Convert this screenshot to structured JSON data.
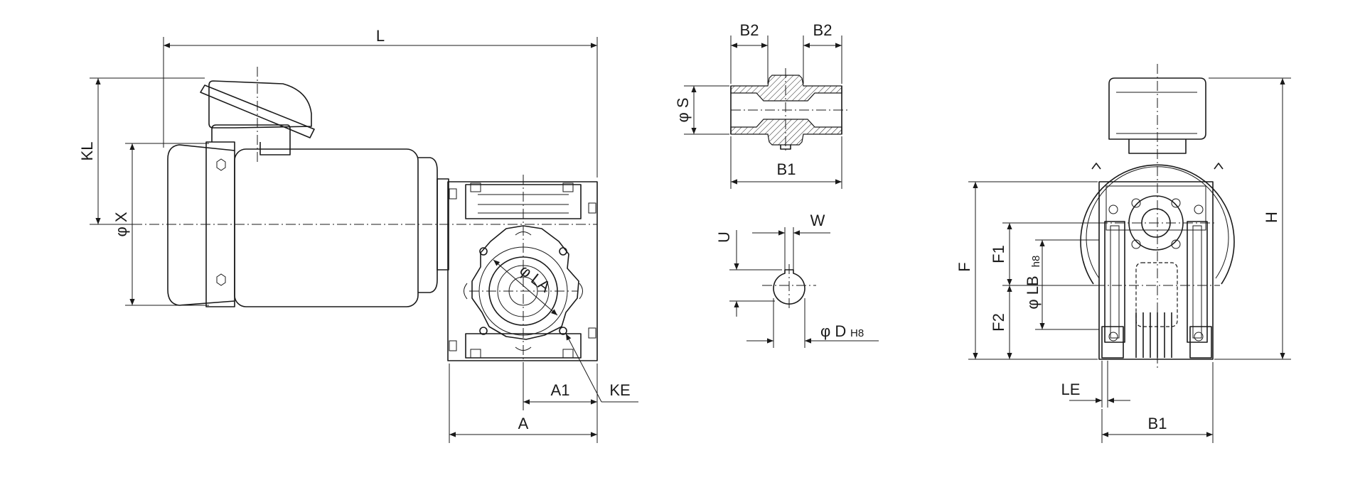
{
  "labels": {
    "L": "L",
    "KL": "KL",
    "phi_x": "φ X",
    "a": "A",
    "a1": "A1",
    "ke_left": "KE",
    "phi_la": "φ LA",
    "b2_left": "B2",
    "b2_right": "B2",
    "phi_s": "φ S",
    "b1_shaft": "B1",
    "u": "U",
    "w": "W",
    "phi_d": "φ D",
    "phi_d_tol": "H8",
    "f": "F",
    "f1": "F1",
    "f2": "F2",
    "phi_lb": "φ LB",
    "phi_lb_tol": "h8",
    "h": "H",
    "le": "LE",
    "b1_end": "B1"
  }
}
